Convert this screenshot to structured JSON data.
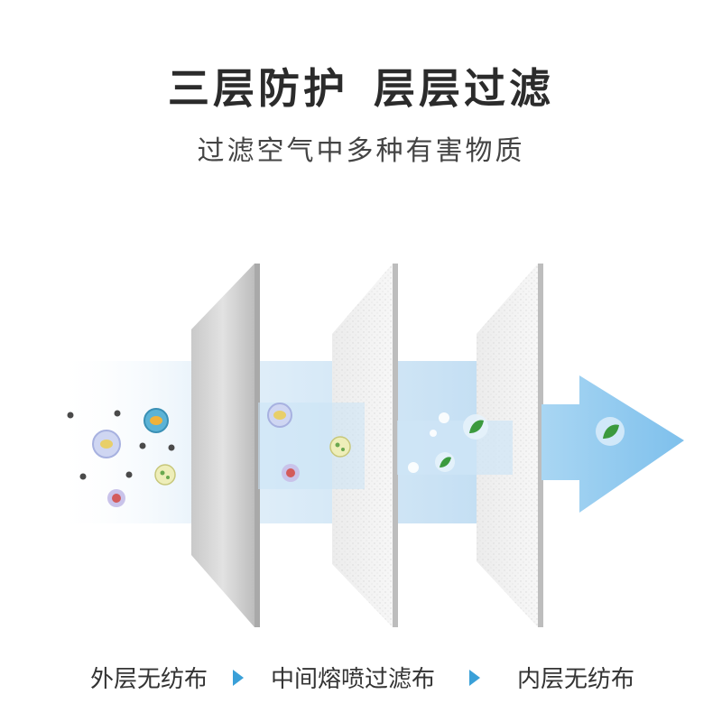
{
  "heading": {
    "title_part1": "三层防护",
    "title_part2": "层层过滤",
    "subtitle": "过滤空气中多种有害物质"
  },
  "layers": [
    {
      "label": "外层无纺布"
    },
    {
      "label": "中间熔喷过滤布"
    },
    {
      "label": "内层无纺布"
    }
  ],
  "colors": {
    "arrow": "#8cc8ee",
    "separator": "#3aa0d8",
    "dust": "#4a4a4a",
    "leaf": "#3b9a3e"
  },
  "icons": {
    "particles": [
      "dust-particle-icon",
      "bacteria-icon",
      "virus-icon",
      "pollen-icon",
      "leaf-icon",
      "droplet-icon"
    ],
    "separator": "right-triangle-icon"
  }
}
